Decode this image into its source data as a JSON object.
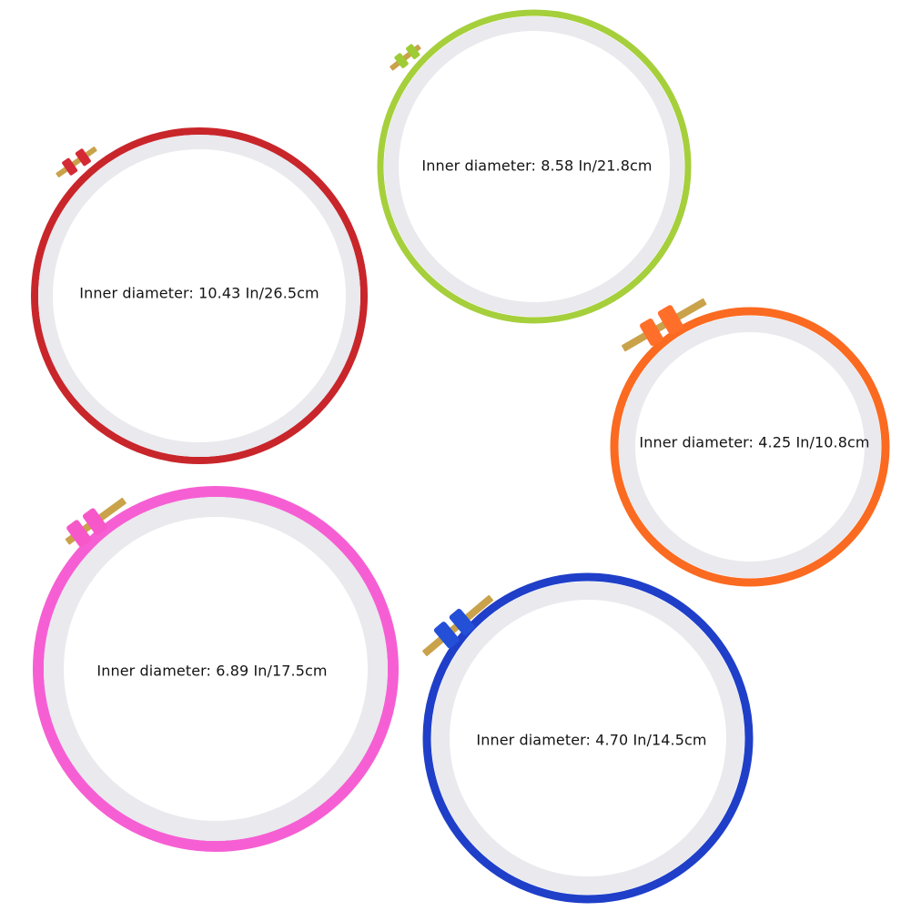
{
  "hoops": [
    {
      "id": "red",
      "color": "#c8262b",
      "clasp_color": "#d42a35",
      "label": "Inner diameter: 10.43 In/26.5cm"
    },
    {
      "id": "green",
      "color": "#a6cf3c",
      "clasp_color": "#9fcc35",
      "label": "Inner diameter: 8.58 In/21.8cm"
    },
    {
      "id": "orange",
      "color": "#fb6a21",
      "clasp_color": "#ff6f2a",
      "label": "Inner diameter: 4.25 In/10.8cm"
    },
    {
      "id": "pink",
      "color": "#f65fd3",
      "clasp_color": "#f658c9",
      "label": "Inner diameter: 6.89 In/17.5cm"
    },
    {
      "id": "blue",
      "color": "#1f3fc9",
      "clasp_color": "#2450d8",
      "label": "Inner diameter: 4.70 In/14.5cm"
    }
  ],
  "inner_ring_color": "#e9e9ee",
  "brass_color": "#c9a24a"
}
